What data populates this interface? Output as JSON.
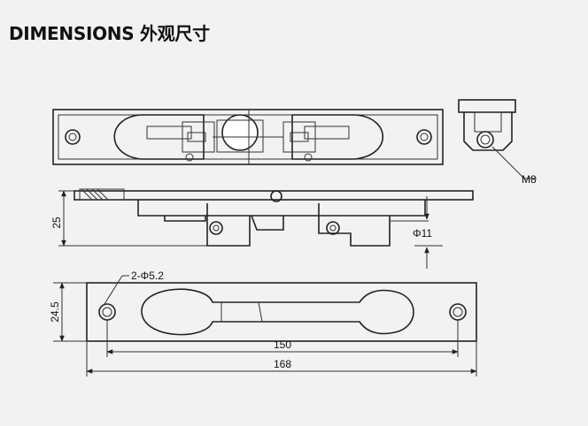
{
  "title": "DIMENSIONS 外观尺寸",
  "labels": {
    "thread": "M8",
    "height_side": "25",
    "pin_diameter": "Φ11",
    "holes": "2-Φ5.2",
    "plate_height": "24.5",
    "hole_spacing": "150",
    "overall_length": "168"
  },
  "colors": {
    "background": "#f2f2f2",
    "line": "#222222"
  }
}
